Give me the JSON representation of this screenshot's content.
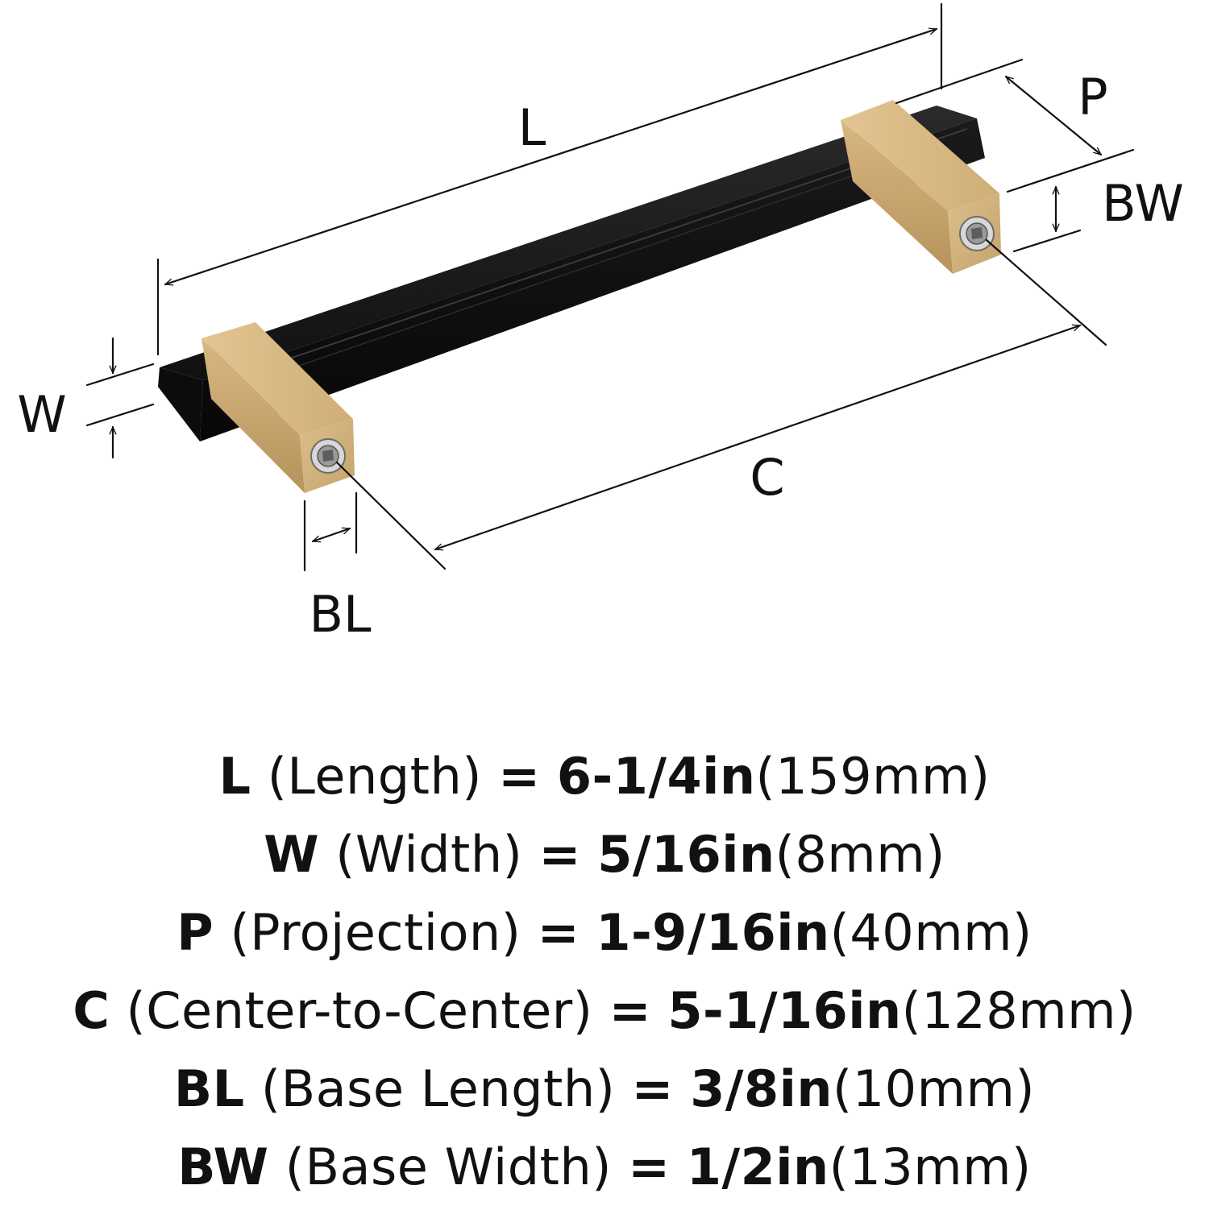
{
  "labels": {
    "L": "L",
    "W": "W",
    "P": "P",
    "BW": "BW",
    "C": "C",
    "BL": "BL"
  },
  "specs": [
    {
      "abbr": "L",
      "name": "(Length)",
      "eq": "=",
      "imperial": "6-1/4in",
      "metric": "(159mm)"
    },
    {
      "abbr": "W",
      "name": "(Width)",
      "eq": "=",
      "imperial": "5/16in",
      "metric": "(8mm)"
    },
    {
      "abbr": "P",
      "name": "(Projection)",
      "eq": "=",
      "imperial": "1-9/16in",
      "metric": "(40mm)"
    },
    {
      "abbr": "C",
      "name": "(Center-to-Center)",
      "eq": "=",
      "imperial": "5-1/16in",
      "metric": "(128mm)"
    },
    {
      "abbr": "BL",
      "name": "(Base Length)",
      "eq": "=",
      "imperial": "3/8in",
      "metric": "(10mm)"
    },
    {
      "abbr": "BW",
      "name": "(Base Width)",
      "eq": "=",
      "imperial": "1/2in",
      "metric": "(13mm)"
    }
  ],
  "colors": {
    "bar": "#141414",
    "brass": "#d2b27c",
    "brass_dark": "#b8935b",
    "line": "#111111"
  }
}
